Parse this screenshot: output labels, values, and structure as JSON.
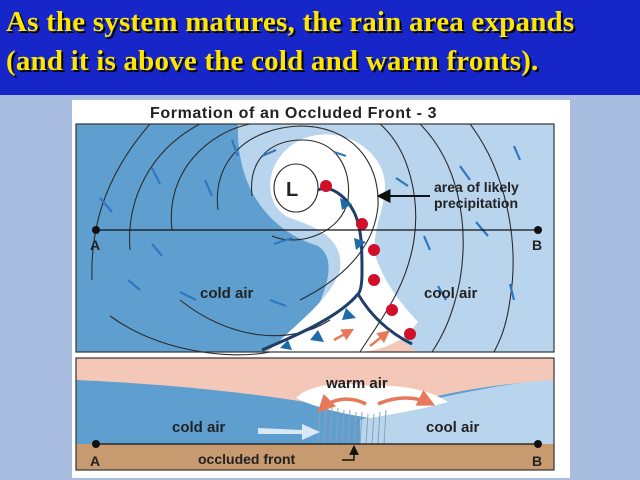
{
  "headline": {
    "line1": "As the system matures, the rain area expands",
    "line2": "(and it is above the cold and warm fronts)."
  },
  "figure": {
    "title": "Formation of an Occluded Front - 3",
    "map": {
      "low_label": "L",
      "precip_line1": "area of likely",
      "precip_line2": "precipitation",
      "point_a": "A",
      "point_b": "B",
      "cold_air": "cold air",
      "cool_air": "cool air"
    },
    "cross_section": {
      "warm_air": "warm air",
      "cold_air": "cold air",
      "cool_air": "cool air",
      "occluded_front": "occluded front",
      "point_a": "A",
      "point_b": "B"
    }
  },
  "colors": {
    "header_bg": "#1626c8",
    "header_text": "#ffe600",
    "cold_blue": "#5f9fd0",
    "cool_blue": "#b9d5ee",
    "warm_pink": "#f4c8b8",
    "front_blue": "#1f5c8f",
    "front_red": "#d0102a"
  }
}
